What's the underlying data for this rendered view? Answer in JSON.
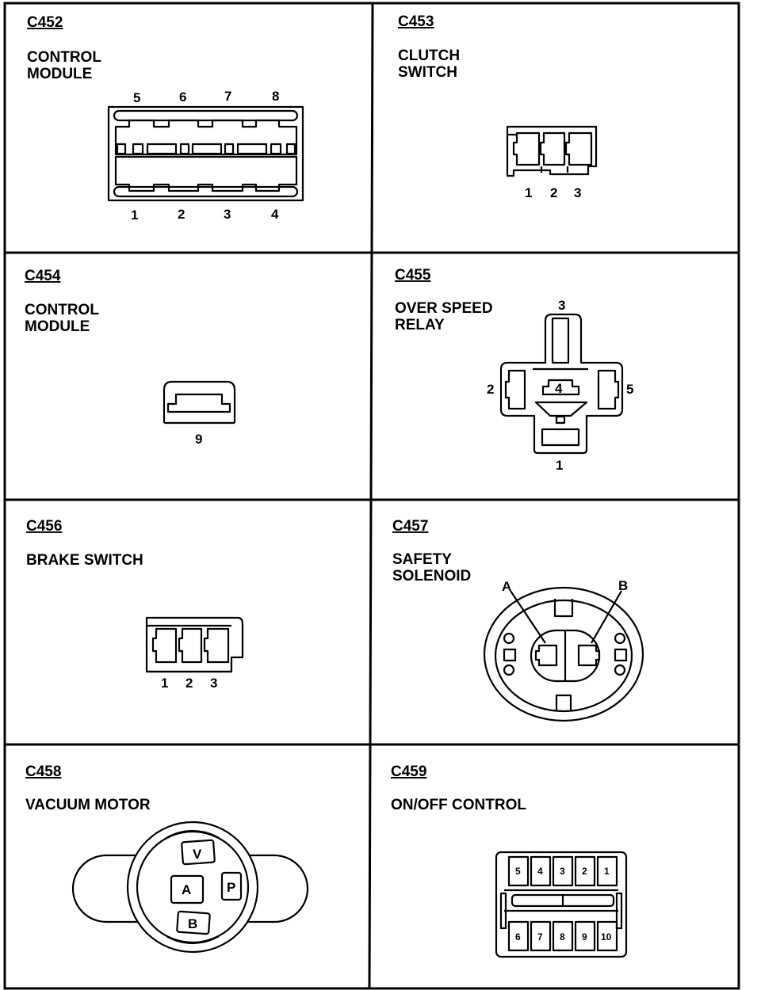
{
  "panels": [
    {
      "id": "C452",
      "title_lines": [
        "CONTROL",
        "MODULE"
      ],
      "pins": [
        "5",
        "6",
        "7",
        "8",
        "1",
        "2",
        "3",
        "4"
      ]
    },
    {
      "id": "C453",
      "title_lines": [
        "CLUTCH",
        "SWITCH"
      ],
      "pins": [
        "1",
        "2",
        "3"
      ]
    },
    {
      "id": "C454",
      "title_lines": [
        "CONTROL",
        "MODULE"
      ],
      "pins": [
        "9"
      ]
    },
    {
      "id": "C455",
      "title_lines": [
        "OVER SPEED",
        "RELAY"
      ],
      "pins": [
        "3",
        "2",
        "4",
        "5",
        "1"
      ]
    },
    {
      "id": "C456",
      "title_lines": [
        "BRAKE SWITCH"
      ],
      "pins": [
        "1",
        "2",
        "3"
      ]
    },
    {
      "id": "C457",
      "title_lines": [
        "SAFETY",
        "SOLENOID"
      ],
      "pins": [
        "A",
        "B"
      ]
    },
    {
      "id": "C458",
      "title_lines": [
        "VACUUM MOTOR"
      ],
      "pins": [
        "V",
        "A",
        "P",
        "B"
      ]
    },
    {
      "id": "C459",
      "title_lines": [
        "ON/OFF CONTROL"
      ],
      "pins": [
        "5",
        "4",
        "3",
        "2",
        "1",
        "6",
        "7",
        "8",
        "9",
        "10"
      ]
    }
  ]
}
